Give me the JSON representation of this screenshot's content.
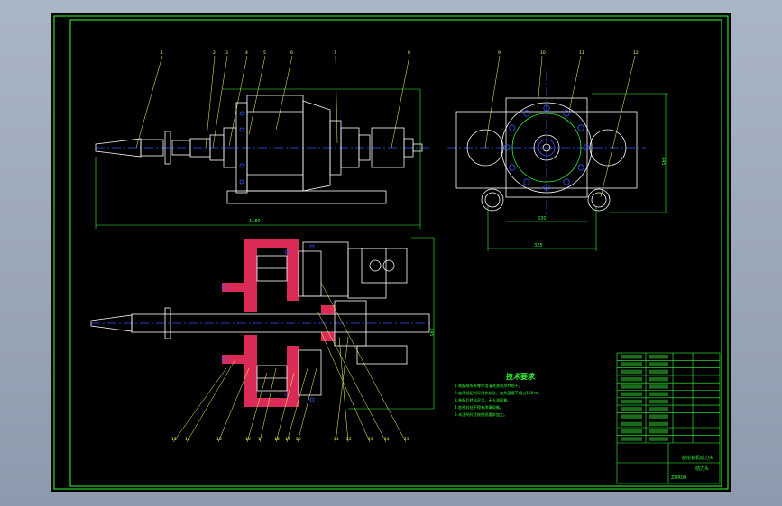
{
  "colors": {
    "background": "#000000",
    "frame": "#33ff33",
    "outline": "#ffffff",
    "centerline": "#3355ff",
    "section": "#ff3366",
    "leader": "#ffff66",
    "dimension": "#33ffff",
    "text": "#33ff33"
  },
  "drawing": {
    "notes_title": "技术要求",
    "notes": [
      "1.装配前所有零件用清洗液洗净并吹干。",
      "2.轴承装配时采用热装法，加热温度不超过100℃。",
      "3.装配后转动灵活，无卡滞现象。",
      "4.各密封处不得有渗漏现象。",
      "5.未注明尺寸按图纸要求加工。"
    ],
    "callouts_top_view": [
      "1",
      "2",
      "3",
      "4",
      "5",
      "6",
      "7",
      "8"
    ],
    "callouts_side_view": [
      "9",
      "10",
      "11",
      "12"
    ],
    "callouts_section_view": [
      "13",
      "14",
      "15",
      "16",
      "17",
      "18",
      "19",
      "20",
      "21",
      "22",
      "23",
      "24",
      "25"
    ],
    "dims": {
      "top_length": "1180",
      "side_width_inner": "230",
      "side_width_outer": "325",
      "side_height": "345",
      "section_height": "345"
    },
    "title_block": {
      "drawing_name": "旋挖钻机动力头",
      "part_name": "动力头",
      "drawing_no": "ZDR00"
    }
  }
}
